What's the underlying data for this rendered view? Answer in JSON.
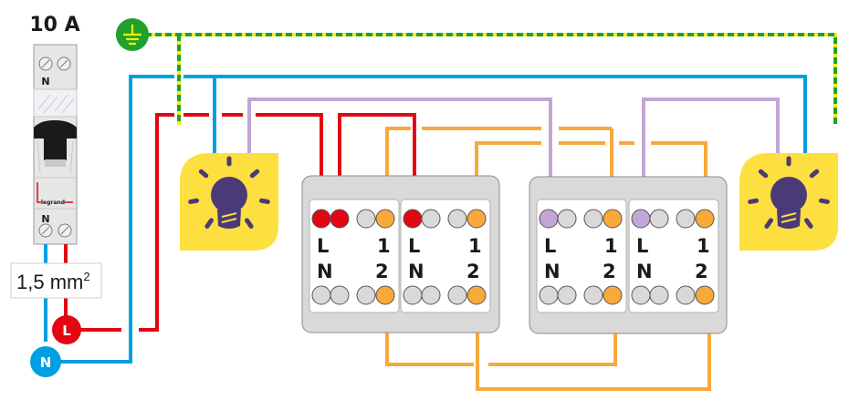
{
  "diagram": {
    "title": "Two-way lighting circuit with two lamps and two double switches",
    "breaker": {
      "rating": "10 A",
      "top_terminal_label": "N",
      "bottom_terminal_label": "N",
      "brand": "legrand"
    },
    "cable_section": {
      "value": "1,5 mm",
      "exponent": "2"
    },
    "earth_badge": {
      "icon": "earth-ground-icon"
    },
    "live_badge": {
      "label": "L"
    },
    "neutral_badge": {
      "label": "N"
    },
    "lamps": [
      {
        "name": "lamp-left",
        "icon": "light-bulb-icon"
      },
      {
        "name": "lamp-right",
        "icon": "light-bulb-icon"
      }
    ],
    "switch_modules": [
      {
        "labels": {
          "l": "L",
          "n": "N",
          "one": "1",
          "two": "2"
        }
      },
      {
        "labels": {
          "l": "L",
          "n": "N",
          "one": "1",
          "two": "2"
        }
      },
      {
        "labels": {
          "l": "L",
          "n": "N",
          "one": "1",
          "two": "2"
        }
      },
      {
        "labels": {
          "l": "L",
          "n": "N",
          "one": "1",
          "two": "2"
        }
      }
    ],
    "colors": {
      "live": "#e30613",
      "neutral": "#009fe3",
      "earth_green": "#1fa12e",
      "earth_yellow": "#ffed00",
      "switched_lamp": "#c3a5d6",
      "traveller": "#f8a93a",
      "lamp_bg": "#fddf3f",
      "bulb": "#4b3a78",
      "plate": "#d9d9d9",
      "terminal": "#d9d9d9"
    }
  }
}
